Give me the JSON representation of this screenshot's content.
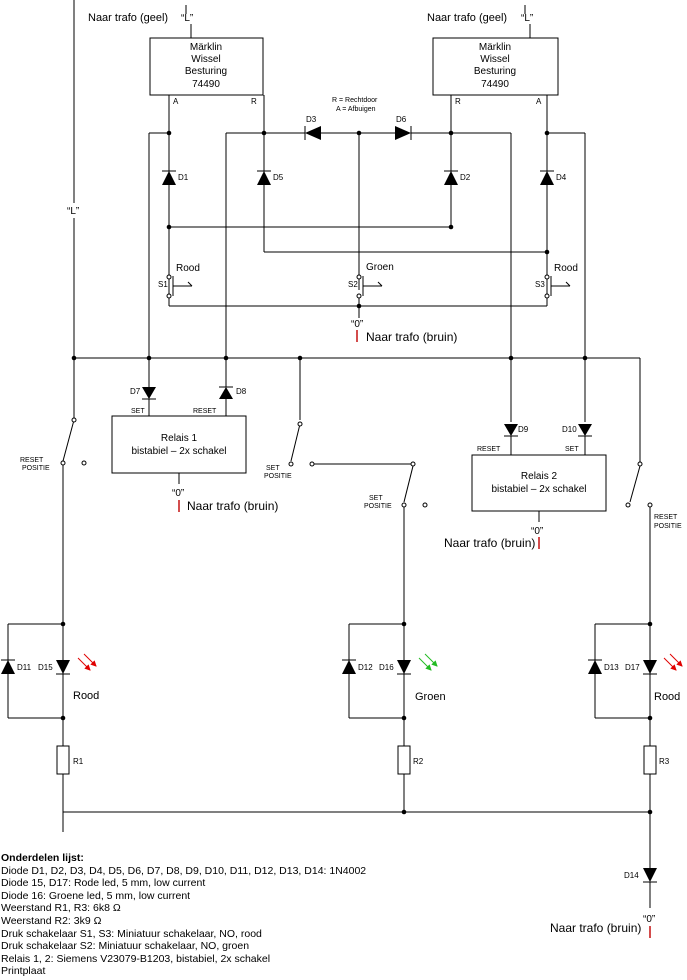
{
  "feeds": {
    "L_left": "Naar trafo (geel)",
    "L_right": "Naar trafo (geel)",
    "L_mark": "“L”",
    "L_mark_side": "“L”",
    "zero_mark": "“0”",
    "bruin": "Naar trafo (bruin)"
  },
  "controllers": [
    {
      "line1": "Märklin",
      "line2": "Wissel",
      "line3": "Besturing",
      "line4": "74490",
      "pinA": "A",
      "pinR": "R"
    },
    {
      "line1": "Märklin",
      "line2": "Wissel",
      "line3": "Besturing",
      "line4": "74490",
      "pinA": "A",
      "pinR": "R"
    }
  ],
  "legend": {
    "r": "R = Rechtdoor",
    "a": "A = Afbuigen"
  },
  "diodes": {
    "d1": "D1",
    "d2": "D2",
    "d3": "D3",
    "d4": "D4",
    "d5": "D5",
    "d6": "D6",
    "d7": "D7",
    "d8": "D8",
    "d9": "D9",
    "d10": "D10",
    "d11": "D11",
    "d12": "D12",
    "d13": "D13",
    "d14": "D14",
    "d15": "D15",
    "d16": "D16",
    "d17": "D17"
  },
  "switches": {
    "s1": "S1",
    "s2": "S2",
    "s3": "S3",
    "rood": "Rood",
    "groen": "Groen"
  },
  "relays": [
    {
      "line1": "Relais 1",
      "line2": "bistabiel – 2x schakel",
      "set": "SET",
      "reset": "RESET",
      "pos_label": "RESET",
      "pos_label2": "POSITIE",
      "pos_label_b": "SET",
      "pos_label_b2": "POSITIE"
    },
    {
      "line1": "Relais 2",
      "line2": "bistabiel – 2x schakel",
      "set": "SET",
      "reset": "RESET",
      "pos_label": "SET",
      "pos_label2": "POSITIE",
      "pos_label_b": "RESET",
      "pos_label_b2": "POSITIE"
    }
  ],
  "leds": {
    "rood": "Rood",
    "groen": "Groen"
  },
  "resistors": {
    "r1": "R1",
    "r2": "R2",
    "r3": "R3"
  },
  "colors": {
    "wire": "#000000",
    "trafo_bruin": "#c00000",
    "led_red": "#e00000",
    "led_green": "#22bb22"
  },
  "parts": {
    "title": "Onderdelen lijst:",
    "lines": [
      "Diode D1, D2, D3, D4, D5, D6, D7, D8, D9, D10, D11, D12, D13, D14: 1N4002",
      "Diode 15, D17: Rode led, 5 mm, low current",
      "Diode 16: Groene led, 5 mm, low current",
      "Weerstand R1, R3: 6k8 Ω",
      "Weerstand R2: 3k9 Ω",
      "Druk schakelaar S1, S3: Miniatuur schakelaar, NO, rood",
      "Druk schakelaar S2: Miniatuur schakelaar, NO, groen",
      "Relais 1, 2: Siemens V23079-B1203, bistabiel, 2x schakel",
      "Printplaat"
    ]
  }
}
